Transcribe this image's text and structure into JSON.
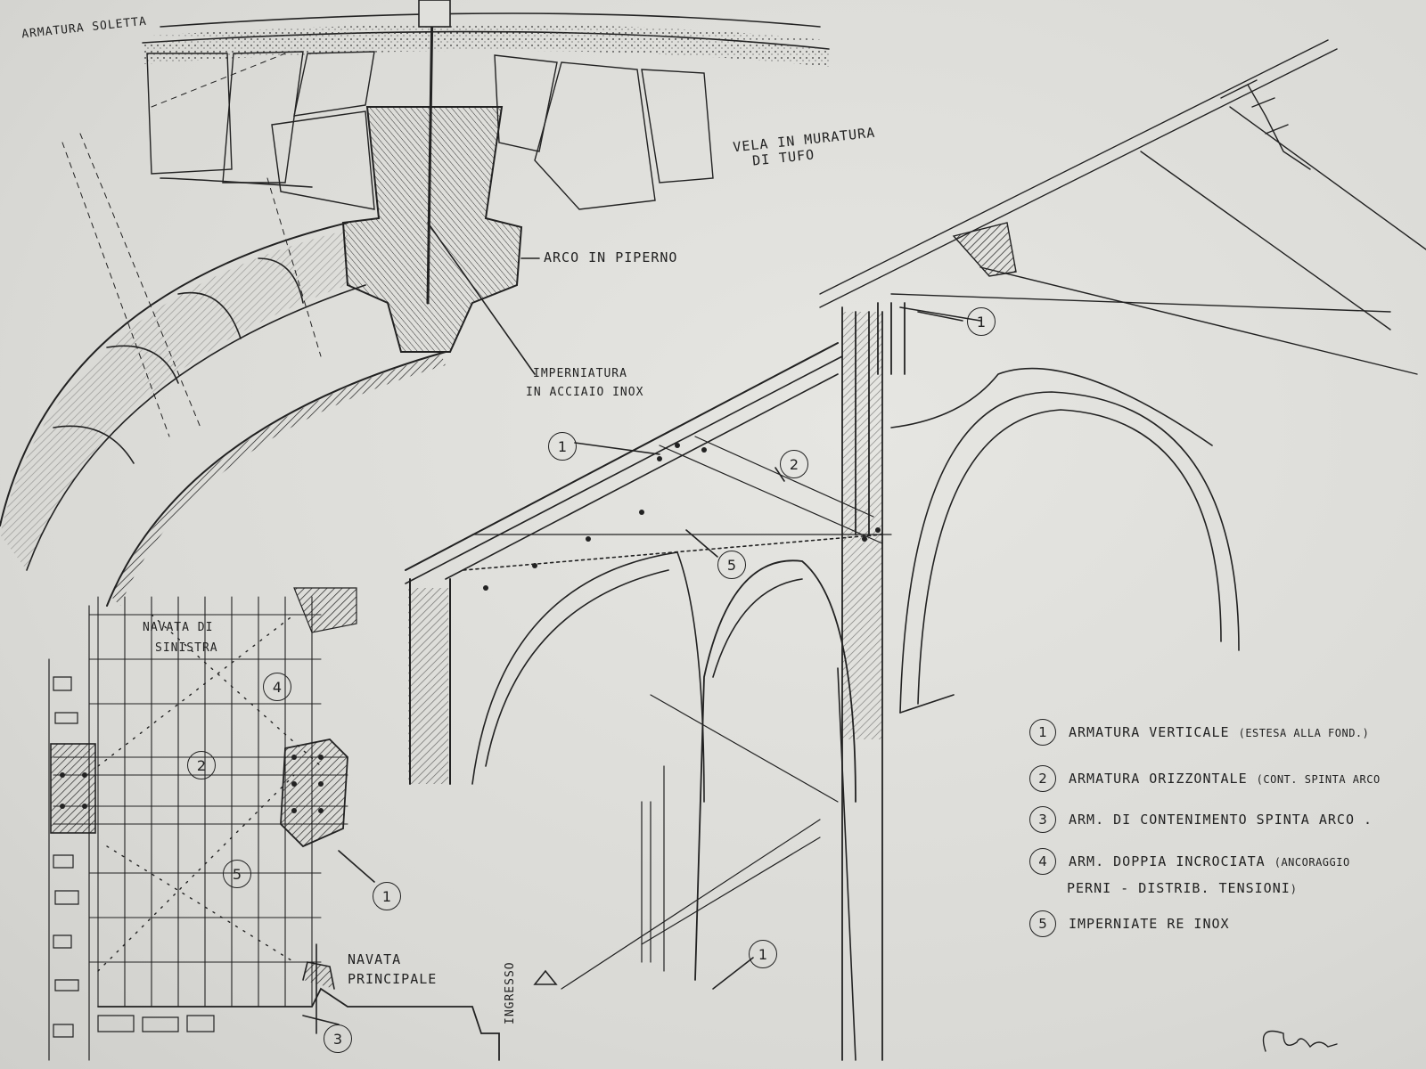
{
  "labels": {
    "armatura_soletta": "ARMATURA SOLETTA",
    "vela_line1": "VELA IN MURATURA",
    "vela_line2": "DI TUFO",
    "arco": "ARCO IN PIPERNO",
    "imperniatura_line1": "IMPERNIATURA",
    "imperniatura_line2": "IN ACCIAIO INOX",
    "navata_sinistra_line1": "NAVATA DI",
    "navata_sinistra_line2": "SINISTRA",
    "navata_principale_line1": "NAVATA",
    "navata_principale_line2": "PRINCIPALE",
    "ingresso": "INGRESSO"
  },
  "callouts": {
    "top_1": "1",
    "mid_1": "1",
    "mid_2": "2",
    "mid_5": "5",
    "plan_4": "4",
    "plan_2": "2",
    "plan_5": "5",
    "plan_1": "1",
    "plan_3": "3",
    "bottom_1": "1"
  },
  "legend": [
    {
      "num": "1",
      "text": "ARMATURA VERTICALE",
      "note": "(ESTESA ALLA FOND.)"
    },
    {
      "num": "2",
      "text": "ARMATURA ORIZZONTALE",
      "note": "(CONT. SPINTA ARCO"
    },
    {
      "num": "3",
      "text": "ARM. DI CONTENIMENTO SPINTA ARCO .",
      "note": ""
    },
    {
      "num": "4",
      "text": "ARM. DOPPIA INCROCIATA",
      "note": "(ANCORAGGIO"
    },
    {
      "num": "",
      "text": "PERNI - DISTRIB. TENSIONI",
      "note": ")"
    },
    {
      "num": "5",
      "text": "IMPERNIATE RE INOX",
      "note": ""
    }
  ]
}
